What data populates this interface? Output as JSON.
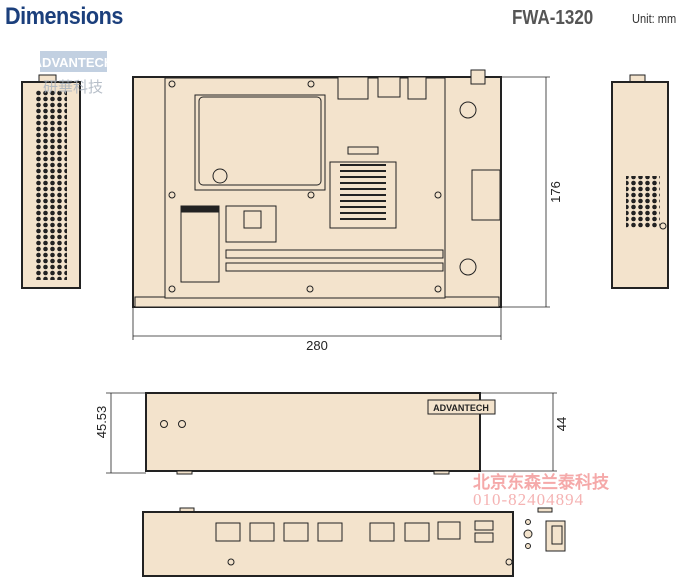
{
  "header": {
    "title": "Dimensions",
    "model": "FWA-1320",
    "unit": "Unit: mm"
  },
  "logo_watermark": {
    "brand": "ADVANTECH",
    "subtitle": "研華科技"
  },
  "dimensions": {
    "width": "280",
    "depth": "176",
    "height_total": "45.53",
    "height_body": "44"
  },
  "front_brand": "ADVANTECH",
  "dealer_watermark": {
    "name": "北京东森兰泰科技",
    "phone": "010-82404894"
  },
  "colors": {
    "body": "#f3e3cc",
    "outline": "#222222",
    "title": "#1b3f7c"
  }
}
